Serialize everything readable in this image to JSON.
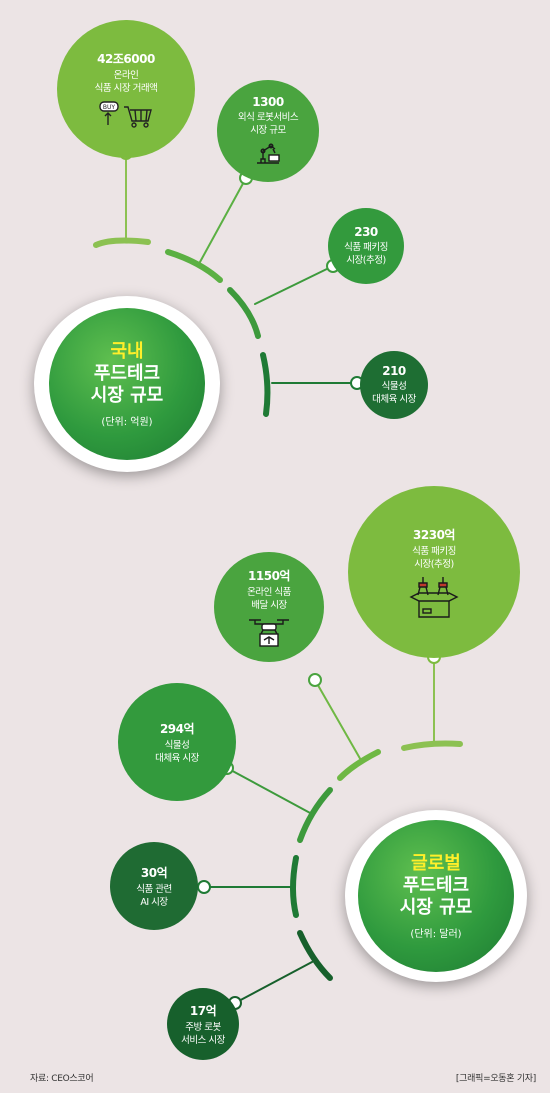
{
  "domestic": {
    "title_highlight": "국내",
    "title": "푸드테크\n시장 규모",
    "unit": "(단위: 억원)",
    "items": [
      {
        "value": "42조6000",
        "label": "온라인\n식품 시장 거래액",
        "icon": "online-shopping-cart-icon"
      },
      {
        "value": "1300",
        "label": "외식 로봇서비스\n시장 규모",
        "icon": "robot-arm-icon"
      },
      {
        "value": "230",
        "label": "식품 패키징\n시장(추정)",
        "icon": ""
      },
      {
        "value": "210",
        "label": "식물성\n대체육 시장",
        "icon": ""
      }
    ]
  },
  "global": {
    "title_highlight": "글로벌",
    "title": "푸드테크\n시장 규모",
    "unit": "(단위: 달러)",
    "items": [
      {
        "value": "3230억",
        "label": "식품 패키징\n시장(추정)",
        "icon": "packaging-robot-box-icon"
      },
      {
        "value": "1150억",
        "label": "온라인 식품\n배달 시장",
        "icon": "delivery-drone-icon"
      },
      {
        "value": "294억",
        "label": "식물성\n대체육 시장",
        "icon": ""
      },
      {
        "value": "30억",
        "label": "식품 관련\nAI 시장",
        "icon": ""
      },
      {
        "value": "17억",
        "label": "주방 로봇\n서비스 시장",
        "icon": ""
      }
    ]
  },
  "footer": {
    "source": "자료: CEO스코어",
    "credit": "[그래픽=오동혼 기자]"
  },
  "colors": {
    "background": "#ece4e5",
    "light_green": "#7dbb3f",
    "mid_green": "#4aa43f",
    "dark_green": "#1f7a35",
    "darkest_green": "#17602c",
    "highlight": "#ffef2a"
  }
}
